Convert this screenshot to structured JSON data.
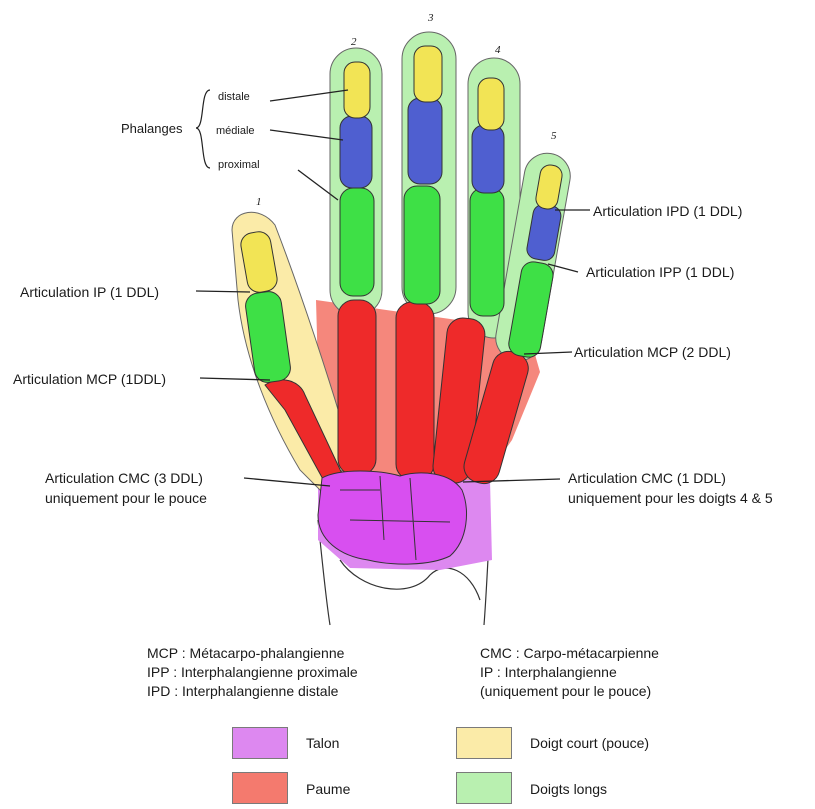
{
  "finger_numbers": [
    "1",
    "2",
    "3",
    "4",
    "5"
  ],
  "phalanges": {
    "group_label": "Phalanges",
    "distal": "distale",
    "medial": "médiale",
    "proximal": "proximal"
  },
  "joint_labels": {
    "ip_thumb": "Articulation IP (1 DDL)",
    "mcp_thumb": "Articulation MCP (1DDL)",
    "cmc_thumb_line1": "Articulation CMC (3 DDL)",
    "cmc_thumb_line2": "uniquement pour le pouce",
    "ipd": "Articulation IPD (1 DDL)",
    "ipp": "Articulation IPP (1 DDL)",
    "mcp_fingers": "Articulation MCP (2 DDL)",
    "cmc_fingers_line1": "Articulation CMC (1 DDL)",
    "cmc_fingers_line2": "uniquement pour les doigts 4 & 5"
  },
  "abbreviations": {
    "left": [
      "MCP : Métacarpo-phalangienne",
      "IPP : Interphalangienne proximale",
      "IPD : Interphalangienne distale"
    ],
    "right": [
      "CMC : Carpo-métacarpienne",
      "IP : Interphalangienne",
      "(uniquement pour le pouce)"
    ]
  },
  "legend": [
    {
      "label": "Talon",
      "color": "#dd88f0"
    },
    {
      "label": "Doigt court (pouce)",
      "color": "#fbeba8"
    },
    {
      "label": "Paume",
      "color": "#f47a6e"
    },
    {
      "label": "Doigts longs",
      "color": "#b9f0b0"
    }
  ],
  "colors": {
    "distal_bone": "#f2e455",
    "medial_bone": "#4f5fd0",
    "proximal_bone": "#3ee046",
    "metacarpal": "#ee2a2a",
    "carpal": "#d84ff0"
  }
}
